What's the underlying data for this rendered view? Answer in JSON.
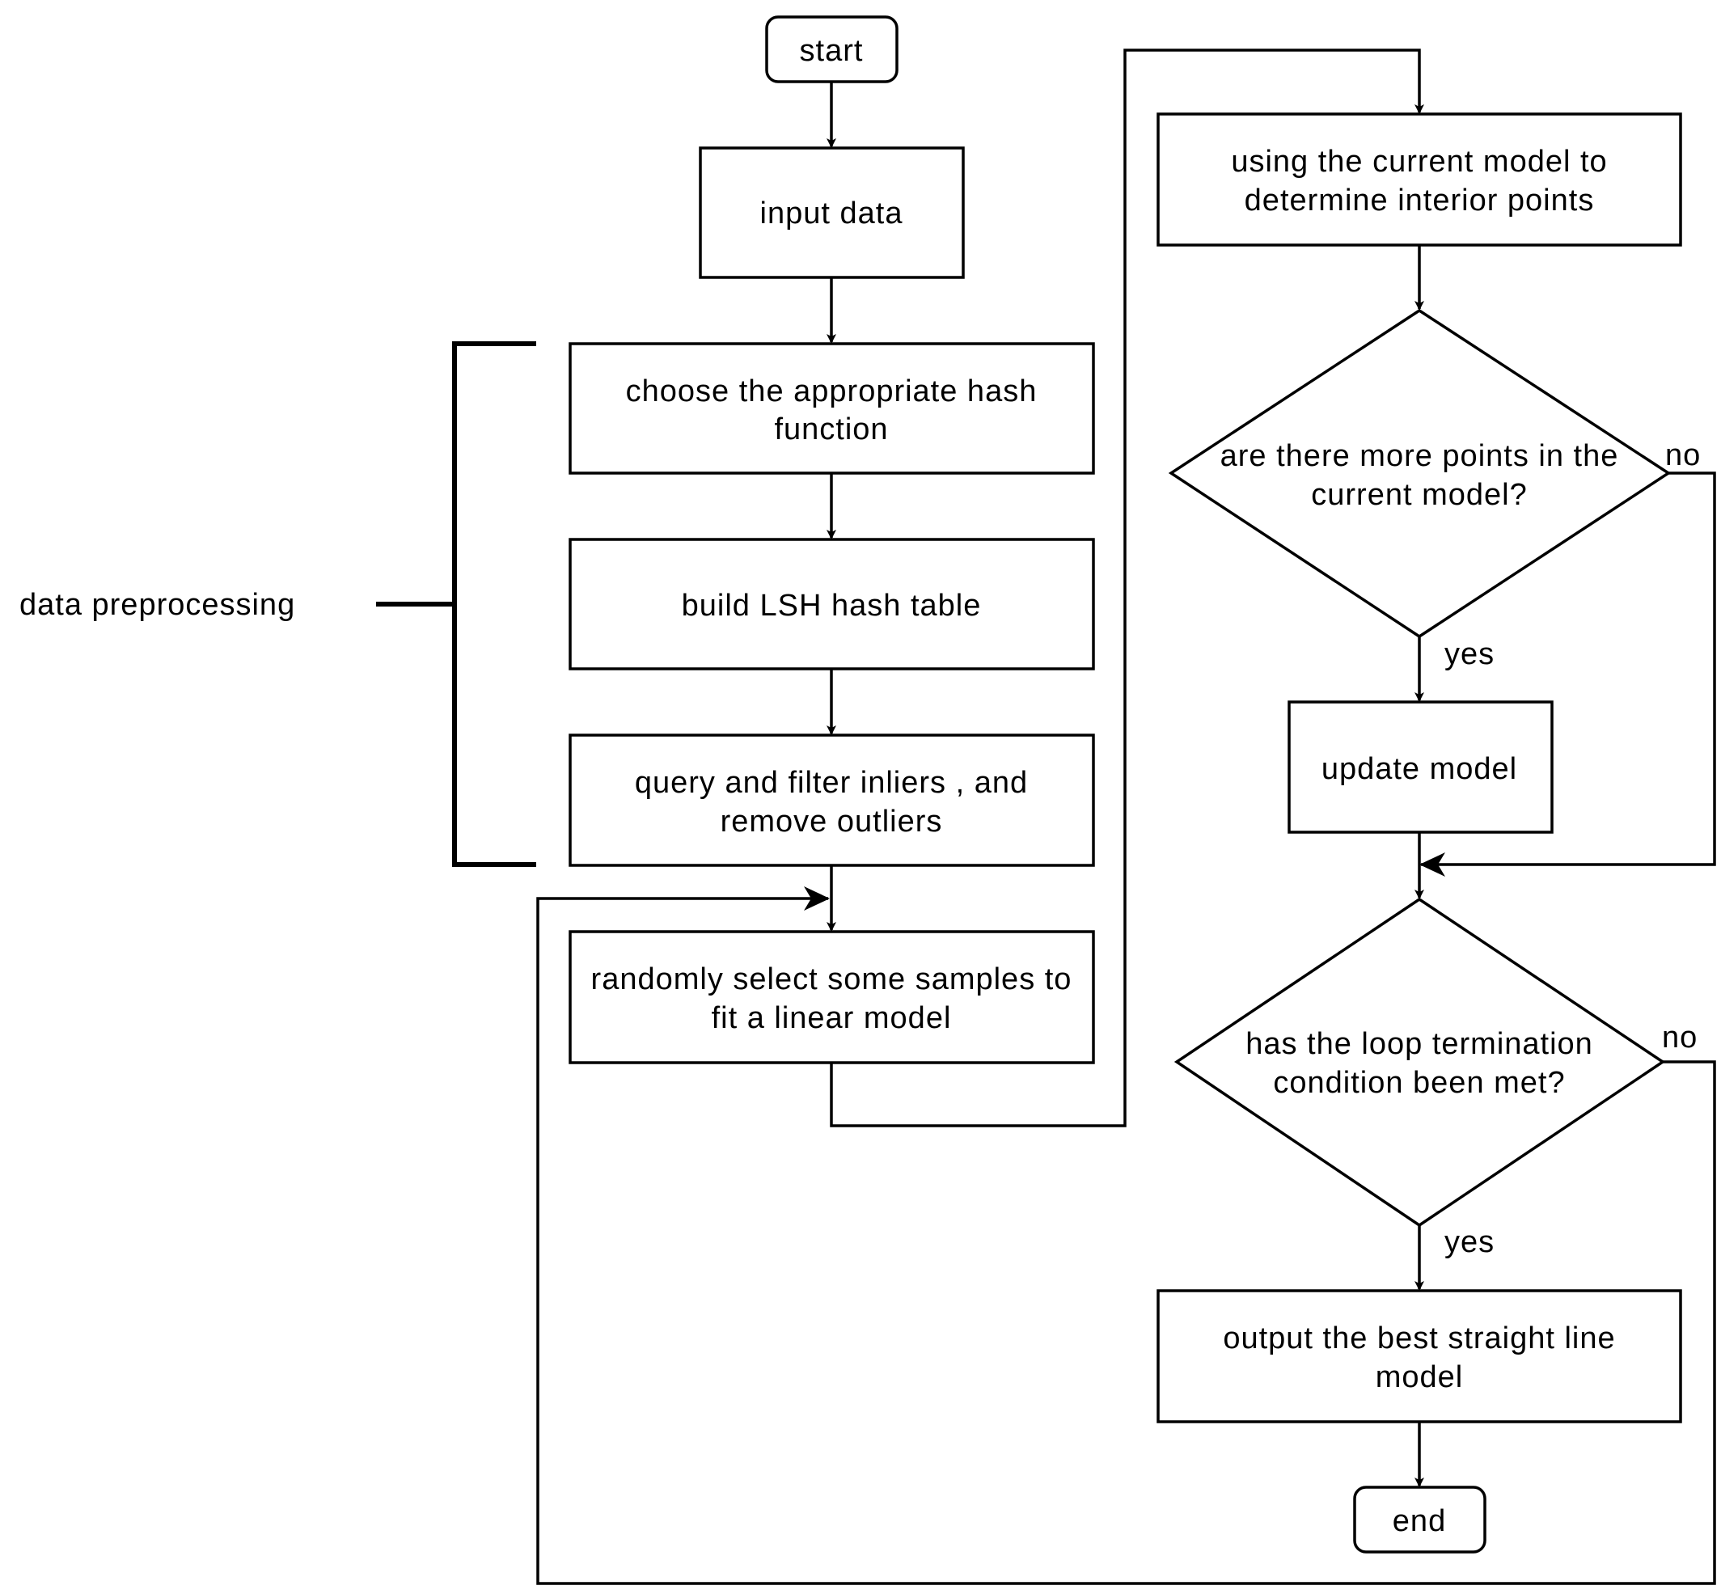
{
  "nodes": {
    "start": "start",
    "input": "input data",
    "hash_line1": "choose the appropriate hash",
    "hash_line2": "function",
    "build": "build LSH hash table",
    "query_line1": "query and filter inliers , and",
    "query_line2": "remove outliers",
    "random_line1": "randomly select some samples to",
    "random_line2": "fit a linear model",
    "using_line1": "using the current model to",
    "using_line2": "determine interior points",
    "more_line1": "are there more points in the",
    "more_line2": "current model?",
    "update": "update model",
    "term_line1": "has the loop termination",
    "term_line2": "condition been met?",
    "output_line1": "output the best straight line",
    "output_line2": "model",
    "end": "end"
  },
  "edge_labels": {
    "more_no": "no",
    "more_yes": "yes",
    "term_no": "no",
    "term_yes": "yes"
  },
  "group_label": "data preprocessing"
}
